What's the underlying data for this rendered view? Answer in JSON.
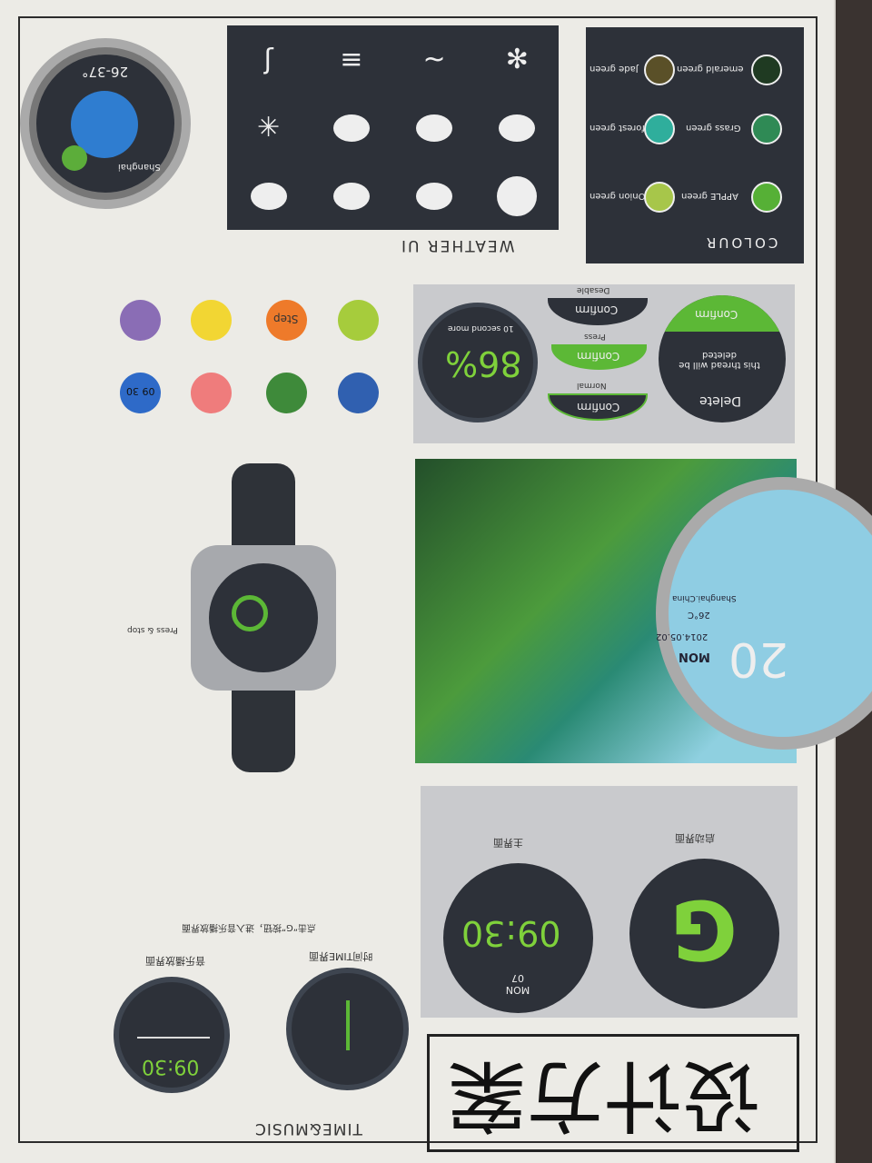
{
  "title": "设计方案",
  "sections": {
    "time_music": "TIME&MUSIC",
    "weather": "WEATHER UI",
    "colour": "COLOUR"
  },
  "colours": [
    {
      "name": "emerald green",
      "hex": "#1f3a22"
    },
    {
      "name": "Jade green",
      "hex": "#5a5028"
    },
    {
      "name": "Grass green",
      "hex": "#2f8a55"
    },
    {
      "name": "forest green",
      "hex": "#2fae9c"
    },
    {
      "name": "APPLE green",
      "hex": "#56b036"
    },
    {
      "name": "Onion green",
      "hex": "#a7c64a"
    }
  ],
  "weather_watch": {
    "temp_range": "26-37°",
    "city": "Shanghai"
  },
  "dialog": {
    "title": "Delete",
    "message": "this thread will be deleted",
    "confirm": "Confirm"
  },
  "button_states": [
    {
      "state": "Normal",
      "label": "Confirm"
    },
    {
      "state": "Press",
      "label": "Confirm"
    },
    {
      "state": "Desable",
      "label": "Confirm"
    }
  ],
  "progress": {
    "value": "86%",
    "fraction": 0.86,
    "caption": "10 second more"
  },
  "app_icons": [
    "Step",
    "09 30"
  ],
  "hero_watch": {
    "day_num": "20",
    "weekday": "MON",
    "date": "2014.05.02",
    "temp": "26°C",
    "city": "Shanghai.China"
  },
  "annotations": {
    "press_stop": "Press & stop",
    "g_button": "点击“G”按钮，进入音乐播放界面"
  },
  "screens": {
    "boot": {
      "caption": "启动界面",
      "logo": "G"
    },
    "main": {
      "caption": "主界面",
      "time": "09:30",
      "day": "MON 07"
    },
    "time": {
      "caption": "时间TIME界面"
    },
    "music": {
      "caption": "音乐播放界面",
      "time": "09:30"
    }
  },
  "accent": "#7fd13b"
}
